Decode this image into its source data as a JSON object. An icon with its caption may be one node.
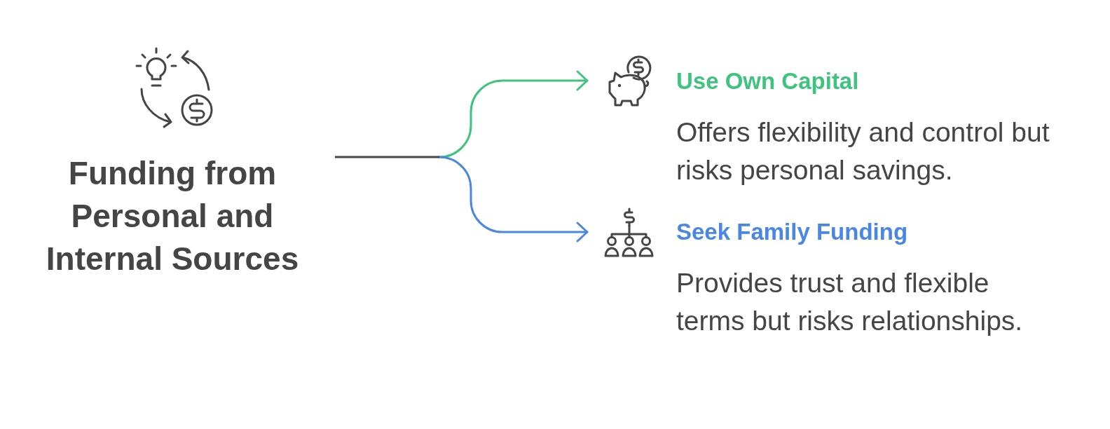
{
  "diagram": {
    "nodes": [
      {
        "text": [
          "Funding from Personal and Internal Sources"
        ]
      },
      {
        "text": [
          "Use Own Capital",
          "Offers flexibility and control but risks personal savings."
        ]
      },
      {
        "text": [
          "Seek Family Funding",
          "Provides trust and flexible terms but risks relationships."
        ]
      }
    ],
    "edges": [
      {
        "from": 0,
        "to": 1,
        "arrow": "to",
        "color": "#3ec47e"
      },
      {
        "from": 0,
        "to": 2,
        "arrow": "to",
        "color": "#4a87e5"
      }
    ]
  }
}
